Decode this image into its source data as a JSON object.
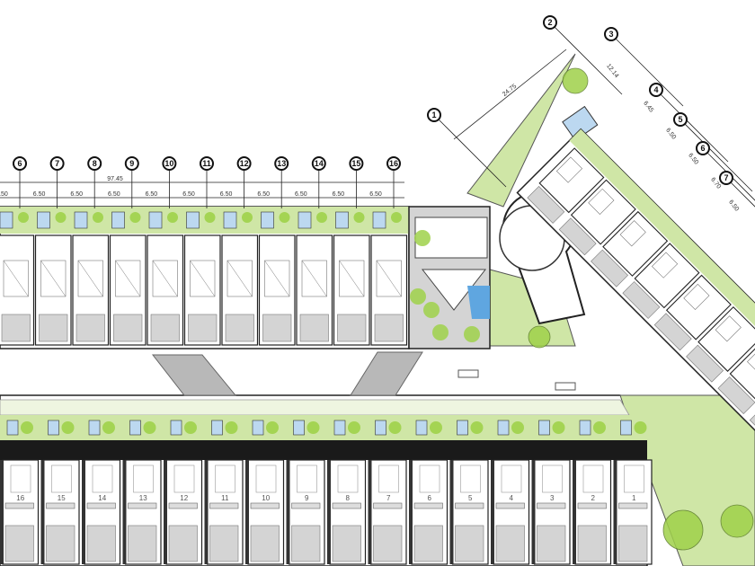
{
  "plan": {
    "top_row": {
      "grid_labels": [
        "6",
        "7",
        "8",
        "9",
        "10",
        "11",
        "12",
        "13",
        "14",
        "15",
        "16"
      ],
      "overall_dimension": "97.45",
      "bay_dimension": "6.50"
    },
    "diagonal_row": {
      "grid_labels": [
        "1",
        "2",
        "3",
        "4",
        "5",
        "6",
        "7"
      ],
      "dimensions": [
        "24.75",
        "12.14",
        "6.45",
        "6.50",
        "6.50",
        "6.70",
        "6.50"
      ]
    },
    "bottom_row": {
      "unit_numbers": [
        "16",
        "15",
        "14",
        "13",
        "12",
        "11",
        "10",
        "9",
        "8",
        "7",
        "6",
        "5",
        "4",
        "3",
        "2",
        "1"
      ]
    },
    "colors": {
      "landscape": "#cfe6a6",
      "tree": "#9fd14a",
      "pool": "#bcd8f0",
      "building_line": "#222222",
      "paving": "#d4d4d4",
      "gravel": "#b8b8b8"
    }
  }
}
